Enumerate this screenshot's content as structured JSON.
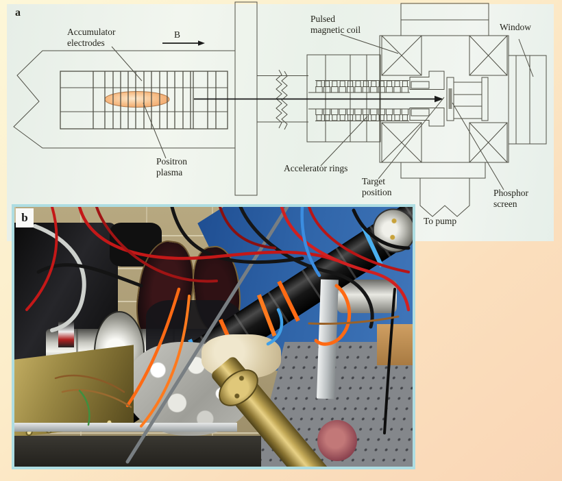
{
  "figure": {
    "panel_a": {
      "label": "a",
      "labels": {
        "accumulator_electrodes": "Accumulator\nelectrodes",
        "magnetic_field": "B",
        "positron_plasma": "Positron\nplasma",
        "pulsed_magnetic_coil": "Pulsed\nmagnetic coil",
        "window": "Window",
        "accelerator_rings": "Accelerator rings",
        "target_position": "Target\nposition",
        "phosphor_screen": "Phosphor\nscreen",
        "to_pump": "To pump"
      },
      "structure": {
        "accelerator_ring_count": 12,
        "electrode_divider_xs": [
          136,
          153,
          165,
          176,
          187,
          198,
          210,
          221,
          233,
          244,
          255,
          267,
          278,
          282,
          303,
          315
        ]
      },
      "colors": {
        "background": "#eaf1ea",
        "line": "#4f4f45",
        "plasma_fill": "#f4ae72",
        "plasma_highlight": "#fde9cc",
        "plasma_stroke": "#b0794a"
      }
    },
    "panel_b": {
      "label": "b",
      "frame_color": "#aedde2",
      "photo_colors": {
        "brick_wall": "#b2a27c",
        "blue_wall": "#2f64a8",
        "orange_ties": "#ff6a14",
        "blue_ties": "#3fa0e8",
        "red_cables": "#c41818",
        "brass": "#a08a40",
        "foil": "#d9d9d6"
      }
    },
    "page_background": {
      "top_left": "#fdf7d8",
      "bottom_right": "#f9d6b6"
    }
  }
}
